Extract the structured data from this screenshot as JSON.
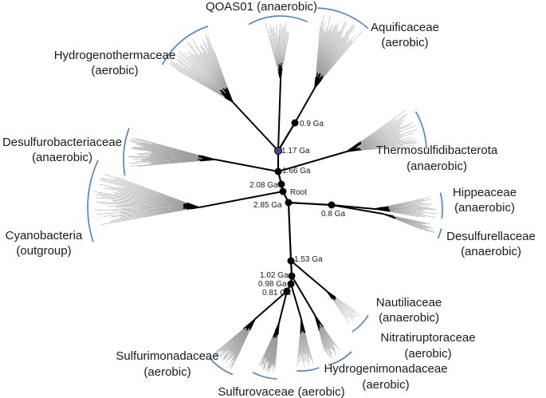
{
  "colors": {
    "bracket": "#4a80c4",
    "branch": "#000000",
    "leaf": "#9a9a9a",
    "highlight_node": "#5a3a8a"
  },
  "clades": [
    {
      "id": "qoas01",
      "name": "QOAS01",
      "trait": "(anaerobic)",
      "leaf_count": 18
    },
    {
      "id": "aquificaceae",
      "name": "Aquificaceae",
      "trait": "(aerobic)",
      "leaf_count": 40
    },
    {
      "id": "hydrogenothermaceae",
      "name": "Hydrogenothermaceae",
      "trait": "(aerobic)",
      "leaf_count": 45
    },
    {
      "id": "desulfurobacteriaceae",
      "name": "Desulfurobacteriaceae",
      "trait": "(anaerobic)",
      "leaf_count": 40
    },
    {
      "id": "thermosulfidibacterota",
      "name": "Thermosulfidibacterota",
      "trait": "(anaerobic)",
      "leaf_count": 30
    },
    {
      "id": "hippeaceae",
      "name": "Hippeaceae",
      "trait": "(anaerobic)",
      "leaf_count": 20
    },
    {
      "id": "desulfurellaceae",
      "name": "Desulfurellaceae",
      "trait": "(anaerobic)",
      "leaf_count": 12
    },
    {
      "id": "cyanobacteria",
      "name": "Cyanobacteria",
      "trait": "(outgroup)",
      "leaf_count": 40
    },
    {
      "id": "nautiliaceae",
      "name": "Nautiliaceae",
      "trait": "(anaerobic)",
      "leaf_count": 10
    },
    {
      "id": "nitratiruptoraceae",
      "name": "Nitratiruptoraceae",
      "trait": "(aerobic)",
      "leaf_count": 20
    },
    {
      "id": "hydrogenimonadaceae",
      "name": "Hydrogenimonadaceae",
      "trait": "(aerobic)",
      "leaf_count": 18
    },
    {
      "id": "sulfurovaceae",
      "name": "Sulfurovaceae",
      "trait": "(aerobic)",
      "leaf_count": 35
    },
    {
      "id": "sulfurimonadaceae",
      "name": "Sulfurimonadaceae",
      "trait": "(aerobic)",
      "leaf_count": 40
    }
  ],
  "nodes": [
    {
      "id": "root",
      "label": "Root"
    },
    {
      "id": "n285",
      "label": "2.85 Ga"
    },
    {
      "id": "n208",
      "label": "2.08 Ga"
    },
    {
      "id": "n166",
      "label": "1.66 Ga"
    },
    {
      "id": "n117",
      "label": "1.17 Ga",
      "highlight": true
    },
    {
      "id": "n09",
      "label": "0.9 Ga"
    },
    {
      "id": "n08",
      "label": "0.8 Ga"
    },
    {
      "id": "n153",
      "label": "1.53 Ga"
    },
    {
      "id": "n102",
      "label": "1.02 Ga"
    },
    {
      "id": "n098",
      "label": "0.98 Ga"
    },
    {
      "id": "n081",
      "label": "0.81 Ga"
    }
  ]
}
